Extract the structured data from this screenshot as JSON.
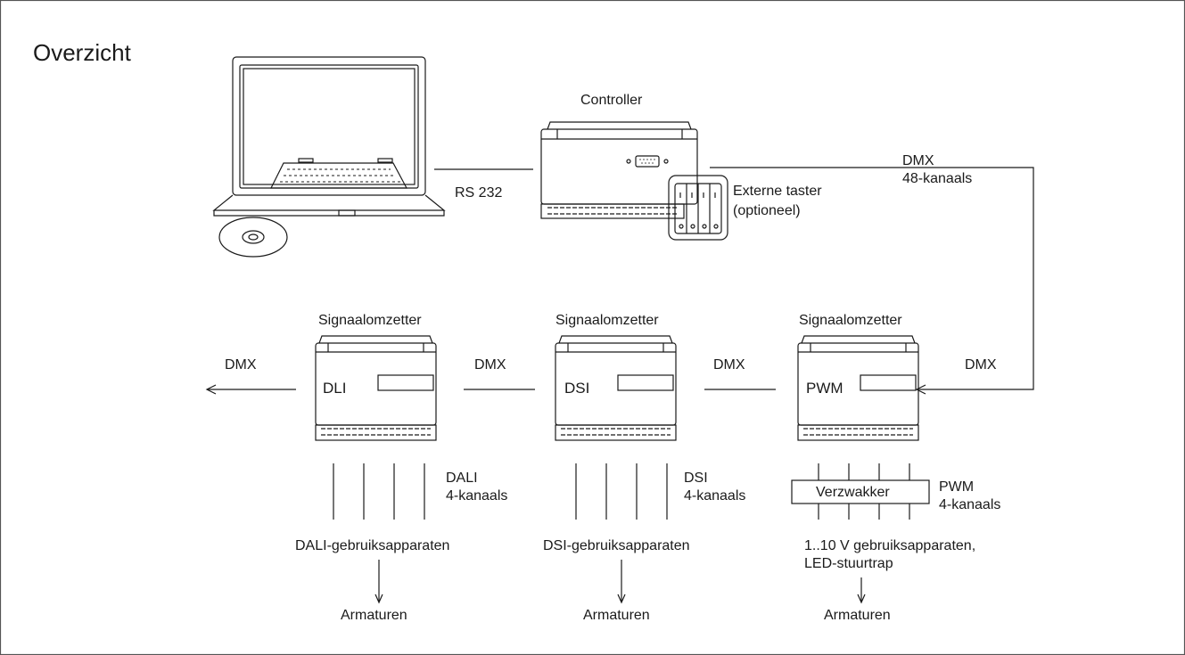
{
  "title": "Overzicht",
  "controller": {
    "label": "Controller",
    "pc_link": "RS 232",
    "dmx_out": "DMX",
    "dmx_out_channels": "48-kanaals",
    "button_label_1": "Externe taster",
    "button_label_2": "(optioneel)"
  },
  "converters": [
    {
      "label": "Signaalomzetter",
      "type": "DLI",
      "dmx_label": "DMX",
      "output_1": "DALI",
      "output_2": "4-kanaals",
      "devices_1": "DALI-gebruiksapparaten",
      "devices_2": "",
      "fixtures": "Armaturen"
    },
    {
      "label": "Signaalomzetter",
      "type": "DSI",
      "dmx_label": "DMX",
      "output_1": "DSI",
      "output_2": "4-kanaals",
      "devices_1": "DSI-gebruiksapparaten",
      "devices_2": "",
      "fixtures": "Armaturen"
    },
    {
      "label": "Signaalomzetter",
      "type": "PWM",
      "dmx_label": "DMX",
      "dmx_in_label": "DMX",
      "output_1": "PWM",
      "output_2": "4-kanaals",
      "amplifier": "Verzwakker",
      "devices_1": "1..10 V gebruiksapparaten,",
      "devices_2": "LED-stuurtrap",
      "fixtures": "Armaturen"
    }
  ]
}
